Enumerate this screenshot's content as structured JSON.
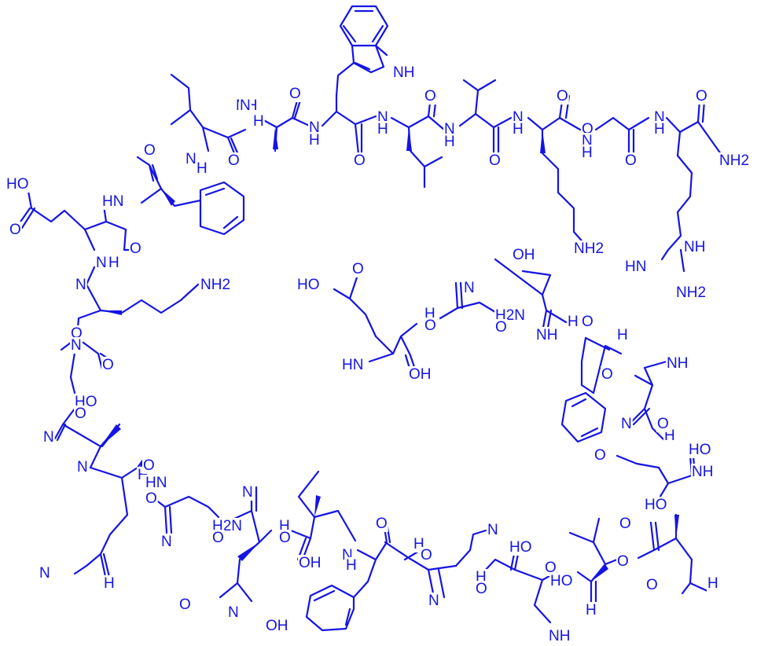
{
  "colors": {
    "ink": "#1414e6",
    "background": "#ffffff"
  },
  "labels": [
    {
      "id": "a1",
      "text": "NH"
    },
    {
      "id": "a2",
      "text": "O"
    },
    {
      "id": "a3",
      "text": "NH"
    },
    {
      "id": "a4",
      "text": "N"
    },
    {
      "id": "a5",
      "text": "H"
    },
    {
      "id": "a6",
      "text": "O"
    },
    {
      "id": "a7",
      "text": "N"
    },
    {
      "id": "a8",
      "text": "H"
    },
    {
      "id": "a9",
      "text": "O"
    },
    {
      "id": "a10",
      "text": "N"
    },
    {
      "id": "a11",
      "text": "H"
    },
    {
      "id": "a12",
      "text": "O"
    },
    {
      "id": "a13",
      "text": "N"
    },
    {
      "id": "a14",
      "text": "H"
    },
    {
      "id": "a15",
      "text": "O"
    },
    {
      "id": "a16",
      "text": "N"
    },
    {
      "id": "a17",
      "text": "H"
    },
    {
      "id": "a18",
      "text": "O"
    },
    {
      "id": "a19",
      "text": "N"
    },
    {
      "id": "a20",
      "text": "H"
    },
    {
      "id": "a21",
      "text": "O"
    },
    {
      "id": "a22",
      "text": "NH2"
    },
    {
      "id": "a23",
      "text": "O"
    },
    {
      "id": "a24",
      "text": "N"
    },
    {
      "id": "a25",
      "text": "H"
    },
    {
      "id": "a26",
      "text": "O"
    },
    {
      "id": "a27",
      "text": "HN"
    },
    {
      "id": "a28",
      "text": "O"
    },
    {
      "id": "a29",
      "text": "HO"
    },
    {
      "id": "a30",
      "text": "O"
    },
    {
      "id": "a31",
      "text": "N"
    },
    {
      "id": "a32",
      "text": "H"
    },
    {
      "id": "a33",
      "text": "O"
    },
    {
      "id": "a34",
      "text": "NH2"
    },
    {
      "id": "a35",
      "text": "NH2"
    },
    {
      "id": "a36",
      "text": "NH"
    },
    {
      "id": "a37",
      "text": "HN"
    },
    {
      "id": "a38",
      "text": "NH2"
    },
    {
      "id": "a39",
      "text": "OH"
    },
    {
      "id": "a40",
      "text": "HO"
    },
    {
      "id": "a41",
      "text": "O"
    },
    {
      "id": "a42",
      "text": "N"
    },
    {
      "id": "a43",
      "text": "H"
    },
    {
      "id": "a44",
      "text": "N"
    },
    {
      "id": "a45",
      "text": "H"
    },
    {
      "id": "a46",
      "text": "O"
    },
    {
      "id": "a47",
      "text": "N"
    },
    {
      "id": "a48",
      "text": "H"
    },
    {
      "id": "a49",
      "text": "O"
    },
    {
      "id": "a50",
      "text": "H2N"
    },
    {
      "id": "a51",
      "text": "O"
    },
    {
      "id": "a52",
      "text": "NH"
    },
    {
      "id": "a53",
      "text": "O"
    },
    {
      "id": "a54",
      "text": "N"
    },
    {
      "id": "a55",
      "text": "H"
    },
    {
      "id": "a56",
      "text": "O"
    },
    {
      "id": "a57",
      "text": "HN"
    },
    {
      "id": "a58",
      "text": "OH"
    },
    {
      "id": "a59",
      "text": "O"
    },
    {
      "id": "a60",
      "text": "NH"
    },
    {
      "id": "a61",
      "text": "HO"
    },
    {
      "id": "a62",
      "text": "O"
    },
    {
      "id": "a63",
      "text": "N"
    },
    {
      "id": "a64",
      "text": "H"
    },
    {
      "id": "a65",
      "text": "N"
    },
    {
      "id": "a66",
      "text": "H"
    },
    {
      "id": "a67",
      "text": "O"
    },
    {
      "id": "a68",
      "text": "N"
    },
    {
      "id": "a69",
      "text": "H"
    },
    {
      "id": "a70",
      "text": "O"
    },
    {
      "id": "a71",
      "text": "HN"
    },
    {
      "id": "a72",
      "text": "O"
    },
    {
      "id": "a73",
      "text": "N"
    },
    {
      "id": "a74",
      "text": "H"
    },
    {
      "id": "a75",
      "text": "O"
    },
    {
      "id": "a76",
      "text": "H2N"
    },
    {
      "id": "a77",
      "text": "O"
    },
    {
      "id": "a78",
      "text": "N"
    },
    {
      "id": "a79",
      "text": "H"
    },
    {
      "id": "a80",
      "text": "O"
    },
    {
      "id": "a81",
      "text": "N"
    },
    {
      "id": "a82",
      "text": "H"
    },
    {
      "id": "a83",
      "text": "O"
    },
    {
      "id": "a84",
      "text": "HO"
    },
    {
      "id": "a85",
      "text": "O"
    },
    {
      "id": "a86",
      "text": "N"
    },
    {
      "id": "a87",
      "text": "H"
    },
    {
      "id": "a88",
      "text": "O"
    },
    {
      "id": "a89",
      "text": "N"
    },
    {
      "id": "a90",
      "text": "H"
    },
    {
      "id": "a91",
      "text": "OH"
    },
    {
      "id": "a92",
      "text": "O"
    },
    {
      "id": "a93",
      "text": "HO"
    },
    {
      "id": "a94",
      "text": "N"
    },
    {
      "id": "a95",
      "text": "H"
    },
    {
      "id": "a96",
      "text": "O"
    },
    {
      "id": "a97",
      "text": "N"
    },
    {
      "id": "a98",
      "text": "H"
    },
    {
      "id": "a99",
      "text": "O"
    },
    {
      "id": "a100",
      "text": "N"
    },
    {
      "id": "a101",
      "text": "H"
    },
    {
      "id": "a102",
      "text": "OH"
    },
    {
      "id": "a103",
      "text": "NH"
    },
    {
      "id": "a104",
      "text": "O"
    },
    {
      "id": "a105",
      "text": "HO"
    },
    {
      "id": "a106",
      "text": "O"
    },
    {
      "id": "a107",
      "text": "NH"
    },
    {
      "id": "a108",
      "text": "HO"
    },
    {
      "id": "a109",
      "text": "O"
    }
  ]
}
